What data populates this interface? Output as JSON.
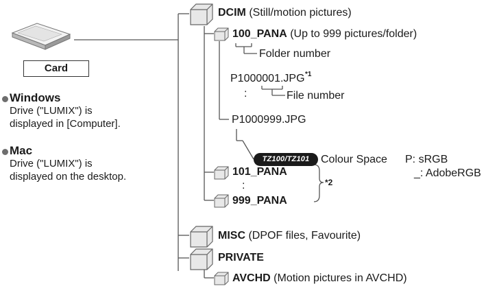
{
  "card": {
    "label": "Card"
  },
  "windows": {
    "title": "Windows",
    "line1": "Drive (\"LUMIX\") is",
    "line2": "displayed in [Computer]."
  },
  "mac": {
    "title": "Mac",
    "line1": "Drive (\"LUMIX\") is",
    "line2": "displayed on the desktop."
  },
  "tree": {
    "dcim": {
      "name": "DCIM",
      "desc": "(Still/motion pictures)"
    },
    "pana100": {
      "name": "100_PANA",
      "desc": "(Up to 999 pictures/folder)"
    },
    "folder_number": "Folder number",
    "file1": "P1000001.JPG",
    "note1": "*1",
    "dots": ":",
    "file_number": "File number",
    "file999": "P1000999.JPG",
    "model_badge": "TZ100/TZ101",
    "colour_space": "Colour Space",
    "cs_p": "P: sRGB",
    "cs_underscore": "_: AdobeRGB",
    "pana101": "101_PANA",
    "pana999": "999_PANA",
    "note2": "*2",
    "misc": {
      "name": "MISC",
      "desc": "(DPOF files, Favourite)"
    },
    "private": {
      "name": "PRIVATE"
    },
    "avchd": {
      "name": "AVCHD",
      "desc": "(Motion pictures in AVCHD)"
    }
  },
  "colors": {
    "line": "#555555",
    "bullet": "#6e6e6e",
    "text": "#1a1a1a",
    "badge": "#1a1a1a"
  },
  "icons": [
    "sd-card-icon",
    "folder-icon"
  ]
}
